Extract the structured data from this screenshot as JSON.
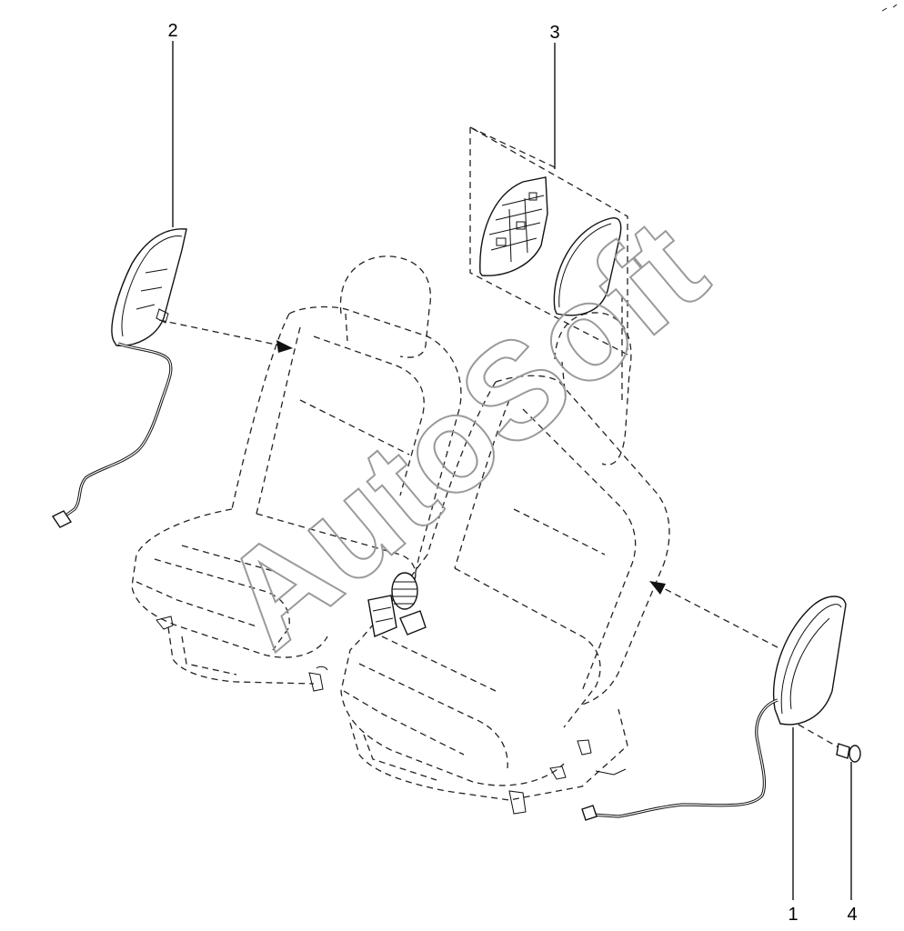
{
  "diagram": {
    "callouts": [
      {
        "id": "1",
        "label": "1"
      },
      {
        "id": "2",
        "label": "2"
      },
      {
        "id": "3",
        "label": "3"
      },
      {
        "id": "4",
        "label": "4"
      }
    ],
    "watermark": "AutoSoft",
    "colors": {
      "line": "#111111",
      "watermark": "#9a9a9a",
      "background": "#ffffff"
    }
  }
}
